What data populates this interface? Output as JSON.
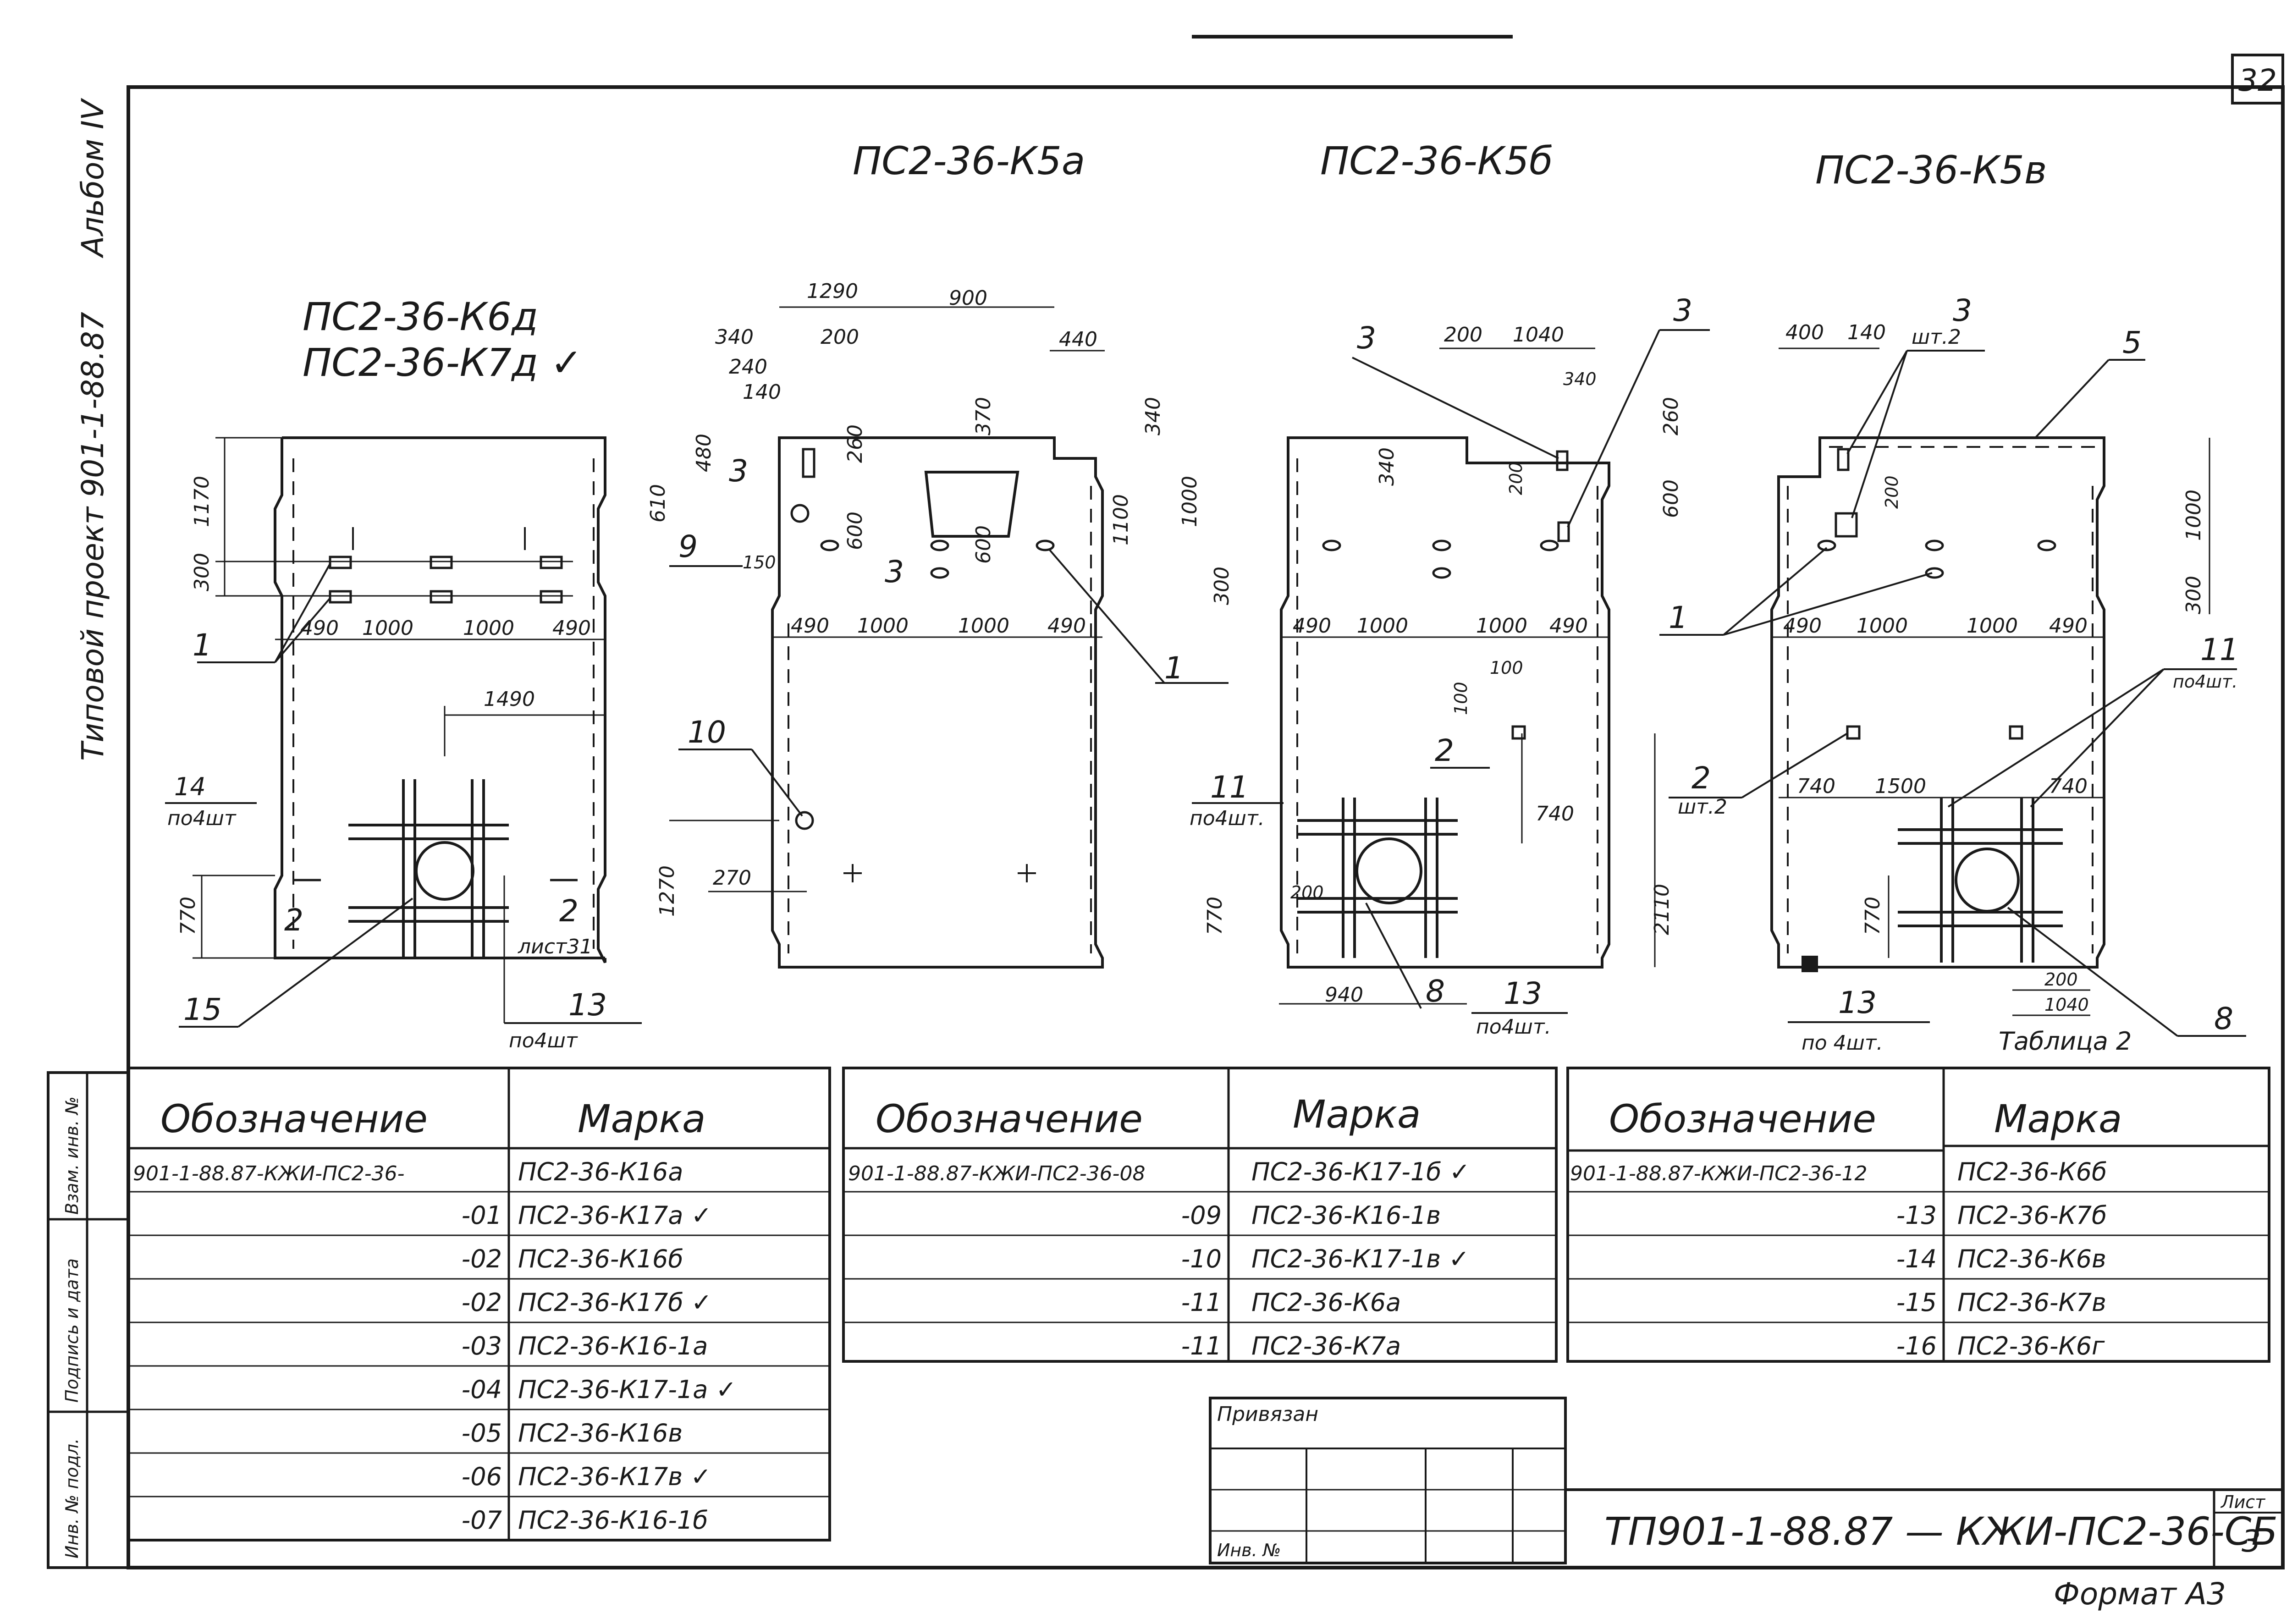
{
  "sheet": {
    "page_number": "32",
    "album": "Альбом IV",
    "project": "Типовой проект 901-1-88.87",
    "format": "Формат А3",
    "title_code": "ТП901-1-88.87 — КЖИ-ПС2-36-СБ",
    "list_label": "Лист",
    "list_number": "3",
    "privyazan": "Привязан",
    "inv_no": "Инв. №",
    "table_caption": "Таблица 2",
    "stamp_labels": [
      "Инв. № подл.",
      "Подпись и дата",
      "Взам. инв. №"
    ]
  },
  "views": [
    {
      "titles": [
        "ПС2-36-К6д",
        "ПС2-36-К7д ✓"
      ],
      "dims": [
        "1170",
        "300",
        "490",
        "1000",
        "1000",
        "490",
        "1490",
        "770"
      ],
      "callouts": [
        "1",
        "14",
        "по4шт",
        "15",
        "2",
        "2",
        "лист31",
        "13",
        "по4шт"
      ]
    },
    {
      "titles": [
        "ПС2-36-К5а"
      ],
      "dims": [
        "1290",
        "900",
        "340",
        "200",
        "440",
        "240",
        "140",
        "260",
        "370",
        "340",
        "610",
        "480",
        "600",
        "600",
        "1100",
        "1000",
        "150",
        "490",
        "1000",
        "1000",
        "490",
        "300",
        "270",
        "1270"
      ],
      "callouts": [
        "3",
        "9",
        "3",
        "1",
        "10"
      ]
    },
    {
      "titles": [
        "ПС2-36-К5б"
      ],
      "dims": [
        "200",
        "1040",
        "340",
        "340",
        "200",
        "260",
        "600",
        "490",
        "1000",
        "1000",
        "490",
        "100",
        "100",
        "740",
        "2110",
        "770",
        "200",
        "940"
      ],
      "callouts": [
        "3",
        "3",
        "2",
        "11",
        "по4шт.",
        "8",
        "13",
        "по4шт."
      ]
    },
    {
      "titles": [
        "ПС2-36-К5в"
      ],
      "dims": [
        "400",
        "140",
        "200",
        "1000",
        "490",
        "1000",
        "1000",
        "490",
        "300",
        "740",
        "1500",
        "740",
        "770",
        "200",
        "1040"
      ],
      "callouts": [
        "3",
        "шт.2",
        "5",
        "1",
        "11",
        "по4шт.",
        "2",
        "шт.2",
        "13",
        "по 4шт.",
        "8"
      ]
    }
  ],
  "tables": [
    {
      "headers": [
        "Обозначение",
        "Марка"
      ],
      "rows": [
        [
          "901-1-88.87-КЖИ-ПС2-36-",
          "ПС2-36-К16а"
        ],
        [
          "-01",
          "ПС2-36-К17а ✓"
        ],
        [
          "-02",
          "ПС2-36-К16б"
        ],
        [
          "-02",
          "ПС2-36-К17б ✓"
        ],
        [
          "-03",
          "ПС2-36-К16-1а"
        ],
        [
          "-04",
          "ПС2-36-К17-1а ✓"
        ],
        [
          "-05",
          "ПС2-36-К16в"
        ],
        [
          "-06",
          "ПС2-36-К17в ✓"
        ],
        [
          "-07",
          "ПС2-36-К16-1б"
        ]
      ]
    },
    {
      "headers": [
        "Обозначение",
        "Марка"
      ],
      "rows": [
        [
          "901-1-88.87-КЖИ-ПС2-36-08",
          "ПС2-36-К17-1б ✓"
        ],
        [
          "-09",
          "ПС2-36-К16-1в"
        ],
        [
          "-10",
          "ПС2-36-К17-1в ✓"
        ],
        [
          "-11",
          "ПС2-36-К6а"
        ],
        [
          "-11",
          "ПС2-36-К7а"
        ]
      ]
    },
    {
      "headers": [
        "Обозначение",
        "Марка"
      ],
      "rows": [
        [
          "901-1-88.87-КЖИ-ПС2-36-12",
          "ПС2-36-К6б"
        ],
        [
          "-13",
          "ПС2-36-К7б"
        ],
        [
          "-14",
          "ПС2-36-К6в"
        ],
        [
          "-15",
          "ПС2-36-К7в"
        ],
        [
          "-16",
          "ПС2-36-К6г"
        ]
      ]
    }
  ]
}
